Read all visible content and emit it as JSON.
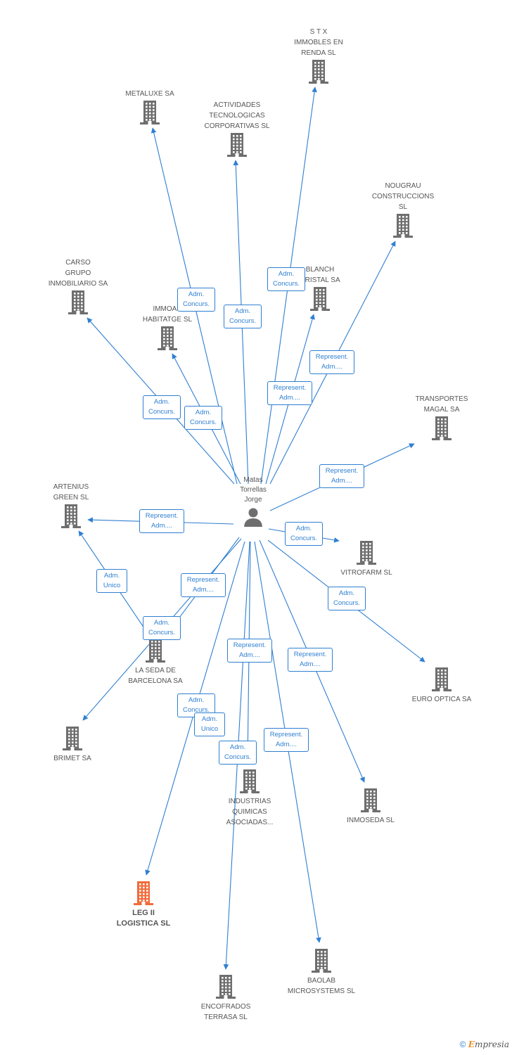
{
  "center": {
    "label": "Matas\nTorrellas\nJorge",
    "icon": "person-icon"
  },
  "colors": {
    "edge": "#2f7fd1",
    "building": "#6e6e6e",
    "focus_building": "#f26b3a"
  },
  "nodes": [
    {
      "id": "stx",
      "label": "S T X\nIMMOBLES EN\nRENDA SL",
      "icon": "building-icon"
    },
    {
      "id": "metaluxe",
      "label": "METALUXE SA",
      "icon": "building-icon"
    },
    {
      "id": "actividades",
      "label": "ACTIVIDADES\nTECNOLOGICAS\nCORPORATIVAS SL",
      "icon": "building-icon"
    },
    {
      "id": "nougrau",
      "label": "NOUGRAU\nCONSTRUCCIONS\nSL",
      "icon": "building-icon"
    },
    {
      "id": "carso",
      "label": "CARSO\nGRUPO\nINMOBILIARIO SA",
      "icon": "building-icon"
    },
    {
      "id": "blanch",
      "label": "BLANCH\nCRISTAL SA",
      "icon": "building-icon"
    },
    {
      "id": "immoar",
      "label": "IMMOAR\nHABITATGE SL",
      "icon": "building-icon"
    },
    {
      "id": "transportes",
      "label": "TRANSPORTES\nMAGAL SA",
      "icon": "building-icon"
    },
    {
      "id": "artenius",
      "label": "ARTENIUS\nGREEN  SL",
      "icon": "building-icon"
    },
    {
      "id": "vitrofarm",
      "label": "VITROFARM SL",
      "icon": "building-icon"
    },
    {
      "id": "euro",
      "label": "EURO OPTICA SA",
      "icon": "building-icon"
    },
    {
      "id": "seda",
      "label": "LA SEDA DE\nBARCELONA SA",
      "icon": "building-icon"
    },
    {
      "id": "brimet",
      "label": "BRIMET SA",
      "icon": "building-icon"
    },
    {
      "id": "industrias",
      "label": "INDUSTRIAS\nQUIMICAS\nASOCIADAS...",
      "icon": "building-icon"
    },
    {
      "id": "inmoseda",
      "label": "INMOSEDA SL",
      "icon": "building-icon"
    },
    {
      "id": "leg",
      "label": "LEG II\nLOGISTICA SL",
      "icon": "building-icon",
      "focus": true
    },
    {
      "id": "baolab",
      "label": "BAOLAB\nMICROSYSTEMS SL",
      "icon": "building-icon"
    },
    {
      "id": "encofrados",
      "label": "ENCOFRADOS\nTERRASA SL",
      "icon": "building-icon"
    }
  ],
  "edges": [
    {
      "to": "stx",
      "label": "Adm.\nConcurs."
    },
    {
      "to": "metaluxe",
      "label": "Adm.\nConcurs."
    },
    {
      "to": "actividades",
      "label": "Adm.\nConcurs."
    },
    {
      "to": "nougrau",
      "label": "Represent.\nAdm...."
    },
    {
      "to": "carso",
      "label": "Adm.\nConcurs."
    },
    {
      "to": "blanch",
      "label": "Represent.\nAdm...."
    },
    {
      "to": "immoar",
      "label": "Adm.\nConcurs."
    },
    {
      "to": "transportes",
      "label": "Represent.\nAdm...."
    },
    {
      "to": "artenius",
      "label": "Represent.\nAdm...."
    },
    {
      "to": "vitrofarm",
      "label": "Adm.\nConcurs."
    },
    {
      "to": "euro",
      "label": "Adm.\nConcurs."
    },
    {
      "to": "seda",
      "label": "Represent.\nAdm...."
    },
    {
      "from": "seda",
      "to": "artenius",
      "label": "Adm.\nUnico"
    },
    {
      "to": "brimet",
      "label": "Adm.\nConcurs."
    },
    {
      "to": "industrias",
      "label": "Represent.\nAdm...."
    },
    {
      "to": "inmoseda",
      "label": "Represent.\nAdm...."
    },
    {
      "to": "leg",
      "label": "Adm.\nConcurs."
    },
    {
      "to": "leg",
      "label": "Adm.\nUnico"
    },
    {
      "to": "baolab",
      "label": "Represent.\nAdm...."
    },
    {
      "to": "encofrados",
      "label": "Adm.\nConcurs."
    }
  ],
  "footer": {
    "symbol": "©",
    "brand_initial": "E",
    "brand_rest": "mpresia"
  }
}
